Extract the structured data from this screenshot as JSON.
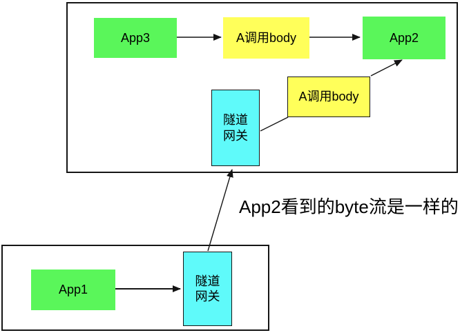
{
  "colors": {
    "node_green": "#5af65a",
    "node_yellow": "#ffff5a",
    "node_cyan": "#5ffafa",
    "line_ink": "#141414",
    "canvas_bg": "#ffffff"
  },
  "nodes": {
    "app3": {
      "label": "App3"
    },
    "call_body_top": {
      "label": "A调用body"
    },
    "app2": {
      "label": "App2"
    },
    "tunnel_gateway_top": {
      "label": "隧道\n网关"
    },
    "call_body_mid": {
      "label": "A调用body"
    },
    "app1": {
      "label": "App1"
    },
    "tunnel_gateway_bottom": {
      "label": "隧道\n网关"
    }
  },
  "caption": {
    "text": "App2看到的byte流是一样的"
  },
  "connectors": [
    {
      "from": "app3",
      "to": "call_body_top",
      "arrowhead": true
    },
    {
      "from": "call_body_top",
      "to": "app2",
      "arrowhead": true
    },
    {
      "from": "call_body_mid",
      "to": "app2",
      "arrowhead": true
    },
    {
      "from": "tunnel_gateway_top",
      "to": "call_body_mid",
      "arrowhead": false
    },
    {
      "from": "tunnel_gateway_bottom",
      "to": "tunnel_gateway_top",
      "arrowhead": true
    },
    {
      "from": "app1",
      "to": "tunnel_gateway_bottom",
      "arrowhead": true
    }
  ]
}
